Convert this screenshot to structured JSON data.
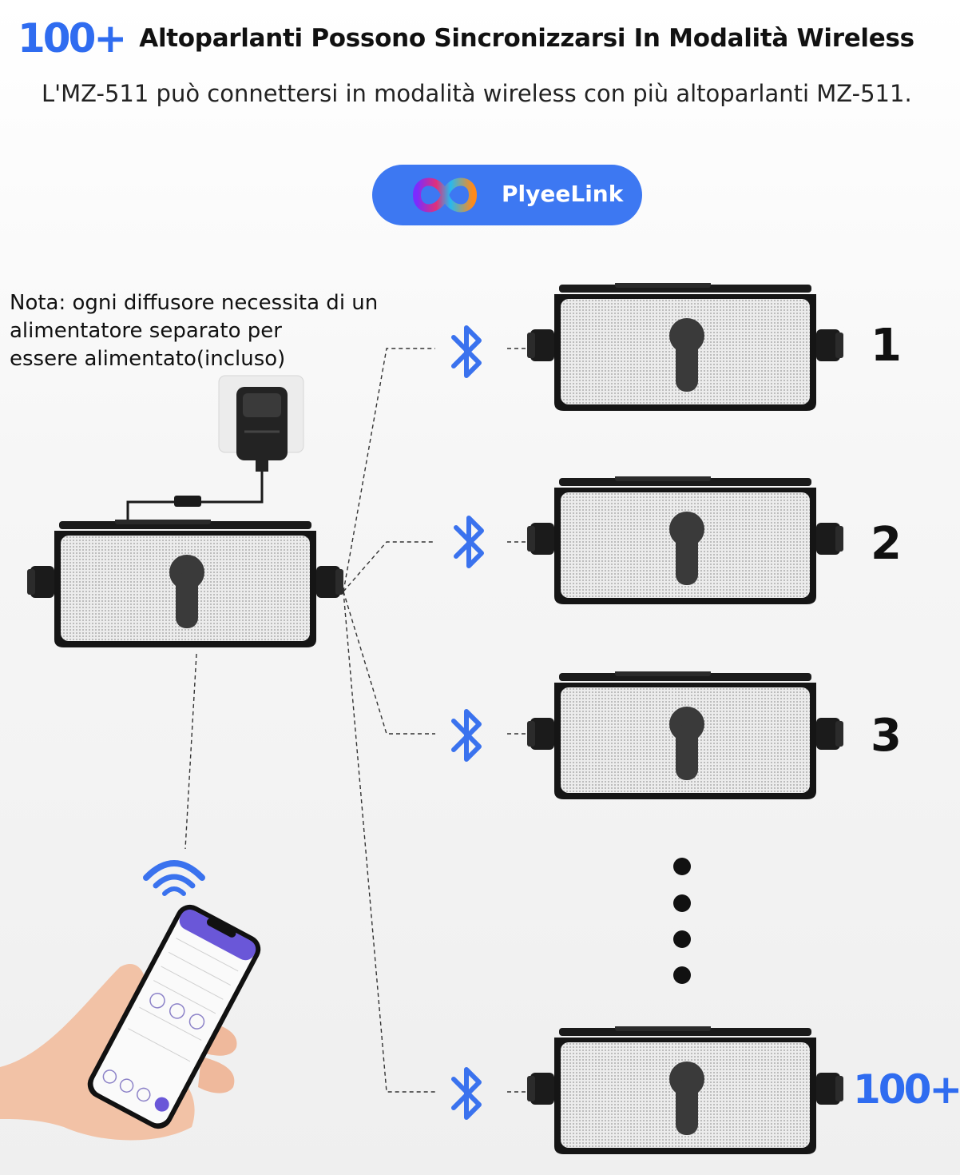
{
  "header": {
    "count": "100+",
    "title": "Altoparlanti Possono Sincronizzarsi In Modalità Wireless",
    "subtitle": "L'MZ-511 può connettersi in modalità wireless con più altoparlanti MZ-511."
  },
  "badge": {
    "label": "PlyeeLink",
    "icon": "infinity-logo-icon"
  },
  "note": {
    "lines": [
      "Nota: ogni diffusore necessita di un",
      "alimentatore separato per",
      "essere alimentato(incluso)"
    ]
  },
  "receivers": {
    "labels": [
      "1",
      "2",
      "3",
      "100+"
    ]
  },
  "colors": {
    "accent": "#2f6cf0",
    "pill": "#3d78f2",
    "bluetooth": "#3a72ee",
    "speaker_frame": "#151515",
    "speaker_grille": "#e9e9e9"
  },
  "icons": [
    "bluetooth-icon",
    "wifi-icon",
    "power-adapter-icon",
    "smartphone-icon",
    "hand-icon"
  ]
}
